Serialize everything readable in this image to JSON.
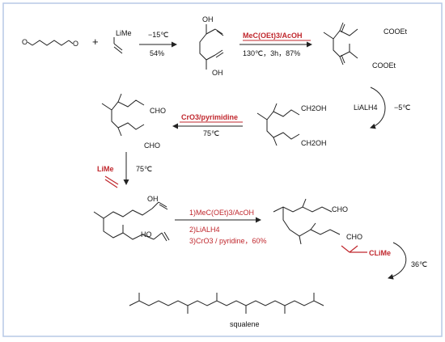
{
  "scheme": {
    "reagents": {
      "r1_reagent": "LiMe",
      "r1_temp": "−15℃",
      "r1_yield": "54%",
      "r2_reagent": "MeC(OEt)3/AcOH",
      "r2_conditions": "130℃，3h，87%",
      "r3_reagent": "LiALH4",
      "r3_temp": "−5℃",
      "r4_reagent": "CrO3/pyrimidine",
      "r4_temp": "75℃",
      "r5_reagent": "LiMe",
      "r5_temp": "75℃",
      "r6_step1": "1)MeC(OEt)3/AcOH",
      "r6_step2": "2)LiALH4",
      "r6_step3": "3)CrO3 / pyridine，60%",
      "r7_reagent": "CLiMe",
      "r7_temp": "36℃"
    },
    "labels": {
      "oh1": "OH",
      "oh2": "OH",
      "cooet1": "COOEt",
      "cooet2": "COOEt",
      "ch2oh1": "CH2OH",
      "ch2oh2": "CH2OH",
      "cho1": "CHO",
      "cho2": "CHO",
      "oh3": "OH",
      "ho4": "HO",
      "cho3": "CHO",
      "cho4": "CHO",
      "o1": "O",
      "o2": "O",
      "plus": "+",
      "squalene": "squalene"
    },
    "colors": {
      "accent": "#c0272d",
      "border": "#b7c8e6"
    }
  }
}
